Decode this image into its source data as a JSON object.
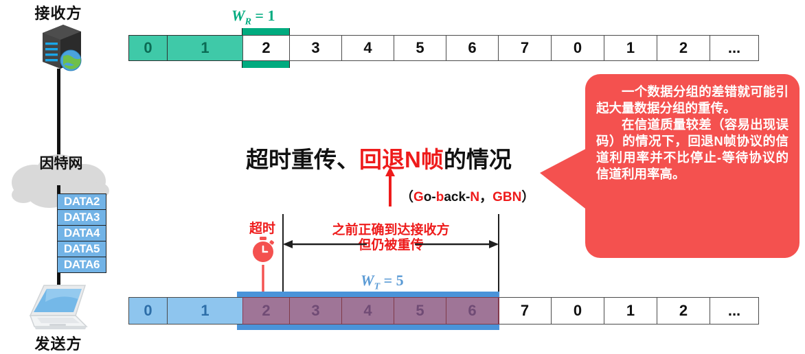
{
  "diagram": {
    "receiver": {
      "label": "接收方",
      "icon": "server-icon"
    },
    "sender": {
      "label": "发送方",
      "icon": "laptop-icon"
    },
    "cloud": {
      "label": "因特网",
      "icon": "cloud-icon"
    },
    "data_packets": [
      "DATA2",
      "DATA3",
      "DATA4",
      "DATA5",
      "DATA6"
    ],
    "receiver_strip": {
      "cells": [
        "0",
        "1",
        "2",
        "3",
        "4",
        "5",
        "6",
        "7",
        "0",
        "1",
        "2",
        "..."
      ],
      "acked_count": 2,
      "window_label": "W_R = 1",
      "window_label_parts": {
        "w": "W",
        "sub": "R",
        "eq": " = ",
        "val": "1"
      },
      "window_color": "#00ab7f",
      "acked_color": "#3fc9a8"
    },
    "sender_strip": {
      "cells": [
        "0",
        "1",
        "2",
        "3",
        "4",
        "5",
        "6",
        "7",
        "0",
        "1",
        "2",
        "..."
      ],
      "sent_count": 2,
      "window_label_parts": {
        "w": "W",
        "sub": "T",
        "eq": " = ",
        "val": "5"
      },
      "window_label": "W_T = 5",
      "window_color": "#4a93d9",
      "sent_color": "#8ec5ee",
      "retransmit_overlay_color": "#af2d46"
    },
    "title": {
      "prefix": "超时重传、",
      "highlight": "回退N帧",
      "suffix": "的情况",
      "highlight_color": "#ee1b1b"
    },
    "subtitle": {
      "open": "（",
      "g": "G",
      "o1": "o-",
      "b": "b",
      "ack": "ack-",
      "n": "N",
      "comma": "，",
      "gbn": "GBN",
      "close": "）"
    },
    "timeout_annotation": {
      "label": "超时",
      "icon": "stopwatch-icon"
    },
    "retransmit_annotation": {
      "line1": "之前正确到达接收方",
      "line2": "但仍被重传"
    },
    "callout": {
      "paragraph1": "一个数据分组的差错就可能引起大量数据分组的重传。",
      "paragraph2": "在信道质量较差（容易出现误码）的情况下，回退N帧协议的信道利用率并不比停止-等待协议的信道利用率高。",
      "bg_color": "#f4514f",
      "text_color": "#ffffff"
    }
  }
}
